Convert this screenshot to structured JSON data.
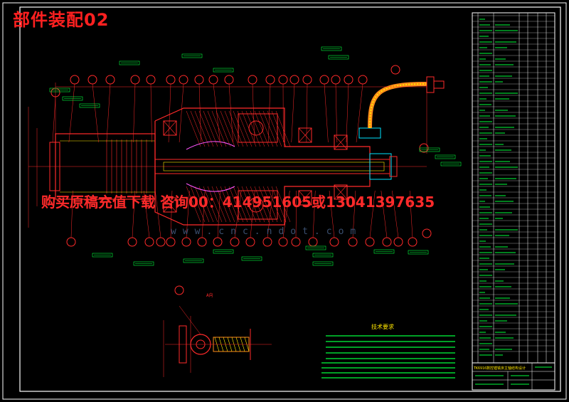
{
  "title_overlay": "部件装配02",
  "watermark": "购买原稿充值下载 咨询00：414951605或13041397635",
  "web_mark": "www.cnc.ndot.com",
  "tech_notes_title": "技术要求",
  "section_label": "A向",
  "title_block_name": "TK6916数控镗铣床主轴结构设计",
  "colors": {
    "background": "#000000",
    "frame": "#ffffff",
    "drawing": "#ff2a2a",
    "green_text": "#00ff3c",
    "yellow": "#ffe600",
    "cyan": "#00e5ff",
    "magenta": "#ff55ff",
    "orange": "#ff8c1a"
  },
  "icons": {
    "balloon": "circle-number-icon",
    "leader": "leader-line-icon"
  }
}
